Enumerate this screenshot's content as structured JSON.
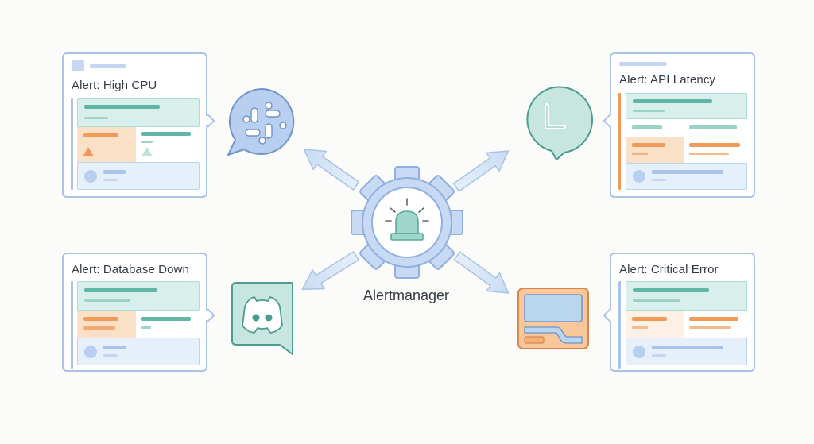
{
  "hub": {
    "label": "Alertmanager",
    "icon": "siren-icon"
  },
  "alerts": {
    "high_cpu": {
      "title": "Alert: High CPU",
      "channel": "slack-icon"
    },
    "database_down": {
      "title": "Alert: Database Down",
      "channel": "discord-icon"
    },
    "api_latency": {
      "title": "Alert: API Latency",
      "channel": "chat-l-icon"
    },
    "critical_error": {
      "title": "Alert: Critical Error",
      "channel": "pager-icon"
    }
  },
  "colors": {
    "card_border": "#a9c3e8",
    "teal": "#62b6a8",
    "teal_fill": "#d8efeb",
    "orange": "#ef9b57",
    "orange_fill": "#fbe0c8",
    "blue": "#a9c3ea",
    "blue_fill": "#e6f0fa",
    "gear_fill": "#c7d9f3",
    "gear_stroke": "#8fb0e0"
  }
}
